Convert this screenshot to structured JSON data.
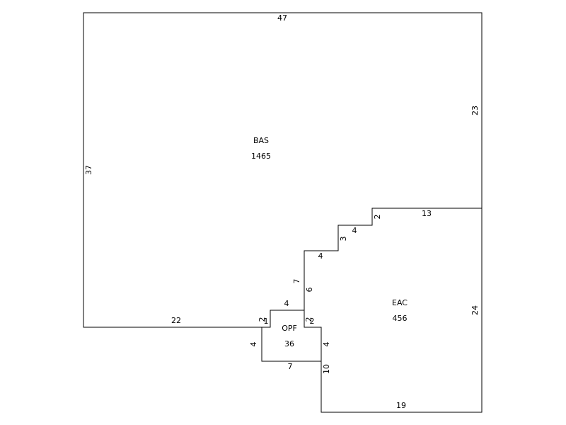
{
  "areas": {
    "bas": {
      "code": "BAS",
      "sqft": "1465"
    },
    "eac": {
      "code": "EAC",
      "sqft": "456"
    },
    "opf": {
      "code": "OPF",
      "sqft": "36"
    }
  },
  "dimensions": {
    "bas_top": "47",
    "bas_left": "37",
    "bas_right": "23",
    "bas_bottom": "22",
    "eac_top": "13",
    "eac_right": "24",
    "eac_bottom": "19",
    "eac_left": "10",
    "step_1_rise": "2",
    "step_1_run": "4",
    "step_2_rise": "3",
    "step_2_run": "4",
    "step_3_rise": "7",
    "shared_vertical": "6",
    "opf_top": "4",
    "opf_left_upper": "2",
    "opf_left_stub": "1",
    "opf_right_upper": "2",
    "opf_right_stub": "2",
    "opf_left": "4",
    "opf_right": "4",
    "opf_bottom": "7"
  }
}
